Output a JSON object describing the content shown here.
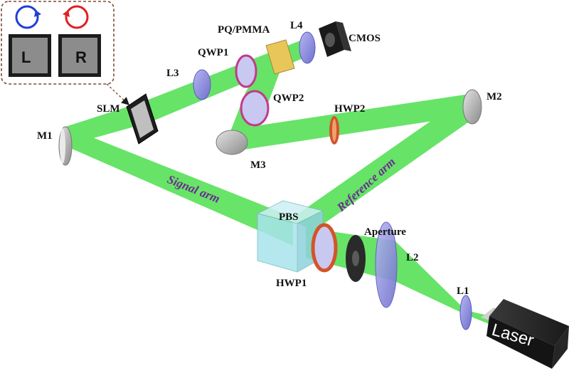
{
  "labels": {
    "pq_pmma": "PQ/PMMA",
    "l4": "L4",
    "cmos": "CMOS",
    "qwp1": "QWP1",
    "l3": "L3",
    "slm": "SLM",
    "qwp2": "QWP2",
    "hwp2": "HWP2",
    "m2": "M2",
    "m1": "M1",
    "m3": "M3",
    "pbs": "PBS",
    "aperture": "Aperture",
    "l2": "L2",
    "hwp1": "HWP1",
    "l1": "L1",
    "laser": "Laser"
  },
  "arms": {
    "signal": "Signal arm",
    "reference": "Reference arm"
  },
  "inset": {
    "left": "L",
    "right": "R",
    "left_circle_color": "#1f3fd6",
    "right_circle_color": "#e02020"
  },
  "colors": {
    "beam": "#3ddc3d",
    "arm_text": "#6a2c91",
    "lens": "#8f8fe0",
    "waveplate_rim": "#d4532a",
    "qwp_rim": "#c23a8a",
    "mirror": "#b8b8b8",
    "cube": "#a8e4ec",
    "pq_pmma": "#e8c65a"
  }
}
